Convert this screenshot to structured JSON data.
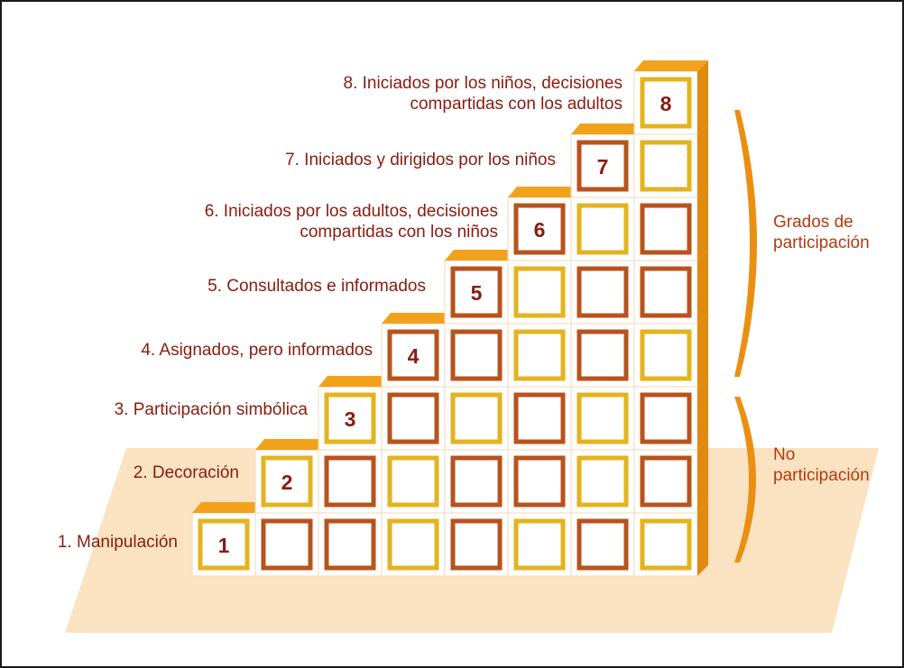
{
  "diagram": {
    "steps": [
      {
        "number": "1",
        "label": "1. Manipulación"
      },
      {
        "number": "2",
        "label": "2. Decoración"
      },
      {
        "number": "3",
        "label": "3. Participación simbólica"
      },
      {
        "number": "4",
        "label": "4. Asignados, pero informados"
      },
      {
        "number": "5",
        "label": "5. Consultados e informados"
      },
      {
        "number": "6",
        "label_line1": "6. Iniciados por los adultos, decisiones",
        "label_line2": "compartidas con los niños"
      },
      {
        "number": "7",
        "label": "7. Iniciados y dirigidos por los niños"
      },
      {
        "number": "8",
        "label_line1": "8. Iniciados por los niños, decisiones",
        "label_line2": "compartidas con los adultos"
      }
    ],
    "groups": {
      "participation_line1": "Grados de",
      "participation_line2": "participación",
      "non_participation_line1": "No",
      "non_participation_line2": "participación"
    },
    "colors": {
      "text": "#8a1b0e",
      "box_dark": "#b8531c",
      "box_light": "#e3b320",
      "cube_top": "#f2a21a",
      "cube_side": "#e08a12",
      "platform": "#fbe3c2",
      "bracket": "#eb8f12"
    }
  }
}
